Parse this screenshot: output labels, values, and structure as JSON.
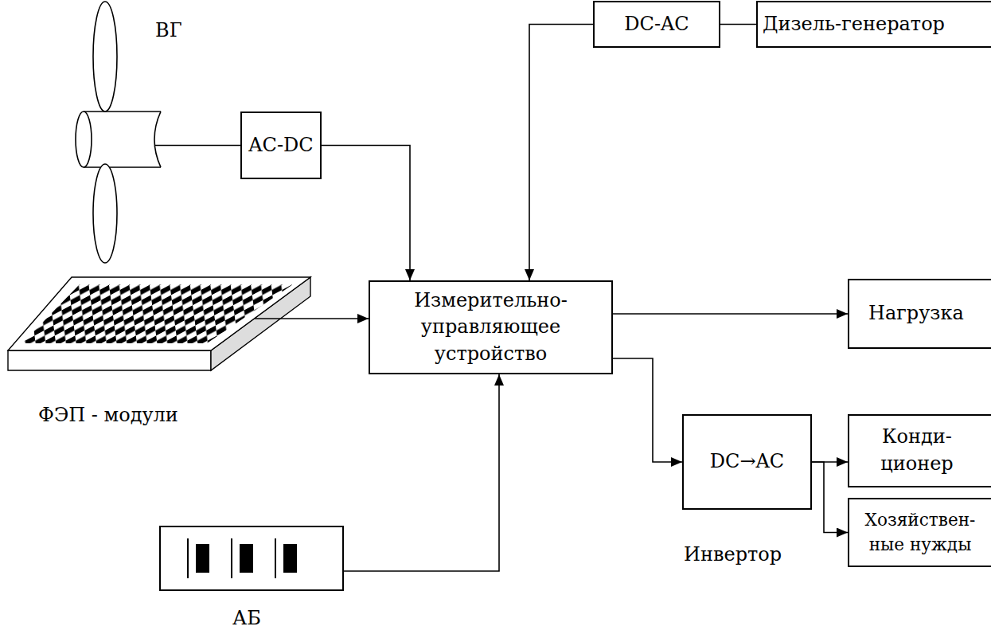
{
  "diagram": {
    "nodes": [
      {
        "text": [
          "ВГ"
        ]
      },
      {
        "text": [
          "AC-DC"
        ]
      },
      {
        "text": [
          "DC-AC"
        ]
      },
      {
        "text": [
          "Дизель-генератор"
        ]
      },
      {
        "text": [
          "ФЭП - модули"
        ]
      },
      {
        "text": [
          "Измерительно- управляющее устройство"
        ]
      },
      {
        "text": [
          "Нагрузка"
        ]
      },
      {
        "text": [
          "DC→AC",
          "Инвертор"
        ]
      },
      {
        "text": [
          "Конди- ционер"
        ]
      },
      {
        "text": [
          "Хозяйствен- ные нужды"
        ]
      },
      {
        "text": [
          "АБ"
        ]
      }
    ],
    "edges": [
      {
        "from": 0,
        "to": 1,
        "arrow": "none"
      },
      {
        "from": 1,
        "to": 5,
        "arrow": "to"
      },
      {
        "from": 3,
        "to": 2,
        "arrow": "none"
      },
      {
        "from": 2,
        "to": 5,
        "arrow": "to"
      },
      {
        "from": 4,
        "to": 5,
        "arrow": "to"
      },
      {
        "from": 10,
        "to": 5,
        "arrow": "to"
      },
      {
        "from": 5,
        "to": 6,
        "arrow": "to"
      },
      {
        "from": 5,
        "to": 7,
        "arrow": "to"
      },
      {
        "from": 7,
        "to": 8,
        "arrow": "to"
      },
      {
        "from": 7,
        "to": 9,
        "arrow": "to"
      }
    ]
  }
}
